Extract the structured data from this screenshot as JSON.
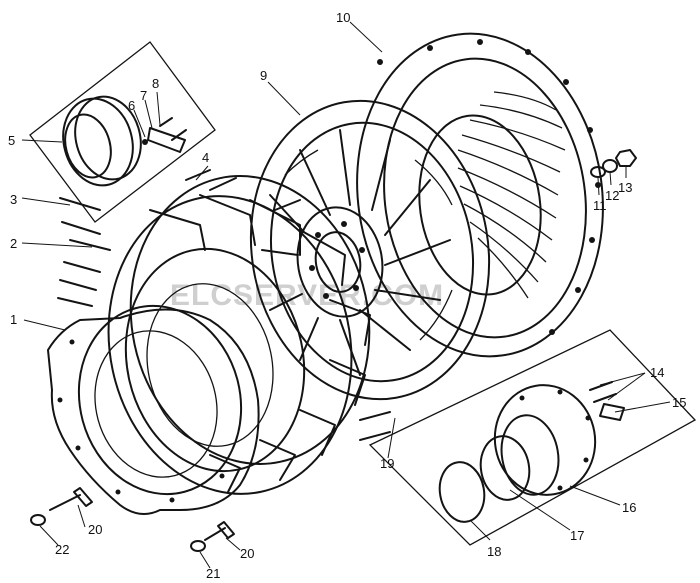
{
  "diagram": {
    "watermark": "ELCSERVER.COM",
    "callouts": [
      {
        "id": "c1",
        "text": "1"
      },
      {
        "id": "c2",
        "text": "2"
      },
      {
        "id": "c3",
        "text": "3"
      },
      {
        "id": "c4",
        "text": "4"
      },
      {
        "id": "c5",
        "text": "5"
      },
      {
        "id": "c6",
        "text": "6"
      },
      {
        "id": "c7",
        "text": "7"
      },
      {
        "id": "c8",
        "text": "8"
      },
      {
        "id": "c9",
        "text": "9"
      },
      {
        "id": "c10",
        "text": "10"
      },
      {
        "id": "c11",
        "text": "11"
      },
      {
        "id": "c12",
        "text": "12"
      },
      {
        "id": "c13",
        "text": "13"
      },
      {
        "id": "c14",
        "text": "14"
      },
      {
        "id": "c15",
        "text": "15"
      },
      {
        "id": "c16",
        "text": "16"
      },
      {
        "id": "c17",
        "text": "17"
      },
      {
        "id": "c18",
        "text": "18"
      },
      {
        "id": "c19",
        "text": "19"
      },
      {
        "id": "c20a",
        "text": "20"
      },
      {
        "id": "c20b",
        "text": "20"
      },
      {
        "id": "c21",
        "text": "21"
      },
      {
        "id": "c22",
        "text": "22"
      }
    ]
  }
}
